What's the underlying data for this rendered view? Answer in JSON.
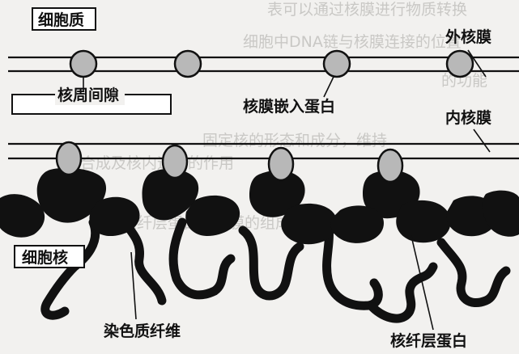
{
  "labels": {
    "cytoplasm": "细胞质",
    "nucleus": "细胞核",
    "outer_membrane": "外核膜",
    "inner_membrane": "内核膜",
    "perinuclear_space": "核周间隙",
    "membrane_protein": "核膜嵌入蛋白",
    "chromatin_fiber": "染色质纤维",
    "lamin_protein": "核纤层蛋白"
  },
  "background_text": [
    "表可以通过核膜进行物质转换",
    "细胞中DNA链与核膜连接的位置",
    "的功能",
    "固定核的形态和成分，维持",
    "的合成及核内运输的作用",
    "核纤层蛋白是核膜的组成成分"
  ],
  "colors": {
    "background": "#f2f1ef",
    "ink": "#111111",
    "protein_fill": "#b8b8b8",
    "watermark_text": "#c9c8c5"
  }
}
